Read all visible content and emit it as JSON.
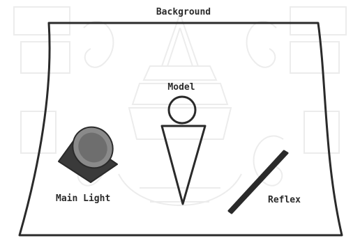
{
  "labels": {
    "background": "Background",
    "model": "Model",
    "main_light": "Main Light",
    "reflex": "Reflex"
  },
  "colors": {
    "ink": "#2a2a2a",
    "light_dark": "#3a3a3a",
    "light_lens": "#8a8a8a",
    "watermark": "#bfbfbf",
    "paper": "#ffffff"
  },
  "icons": {
    "watermark": "temple-seal-watermark",
    "light": "spotlight-icon",
    "reflector": "reflector-board-icon"
  }
}
